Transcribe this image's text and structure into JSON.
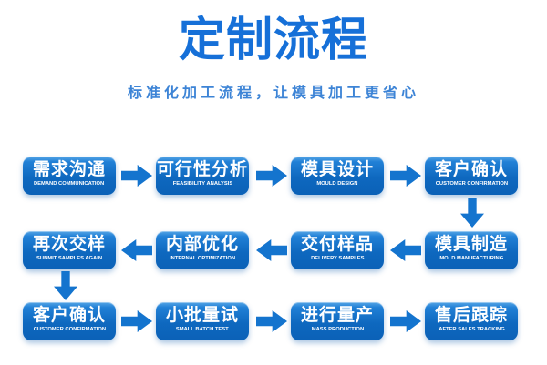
{
  "header": {
    "title": "定制流程",
    "subtitle": "标准化加工流程，让模具加工更省心"
  },
  "flow": {
    "steps": [
      {
        "zh": "需求沟通",
        "en": "DEMAND COMMUNICATION"
      },
      {
        "zh": "可行性分析",
        "en": "FEASIBILITY ANALYSIS"
      },
      {
        "zh": "模具设计",
        "en": "MOULD DESIGN"
      },
      {
        "zh": "客户确认",
        "en": "CUSTOMER CONFIRMATION"
      },
      {
        "zh": "模具制造",
        "en": "MOLD MANUFACTURING"
      },
      {
        "zh": "交付样品",
        "en": "DELIVERY SAMPLES"
      },
      {
        "zh": "内部优化",
        "en": "INTERNAL OPTIMIZATION"
      },
      {
        "zh": "再次交样",
        "en": "SUBMIT SAMPLES AGAIN"
      },
      {
        "zh": "客户确认",
        "en": "CUSTOMER CONFIRMATION"
      },
      {
        "zh": "小批量试",
        "en": "SMALL BATCH TEST"
      },
      {
        "zh": "进行量产",
        "en": "MASS PRODUCTION"
      },
      {
        "zh": "售后跟踪",
        "en": "AFTER SALES TRACKING"
      }
    ]
  },
  "colors": {
    "title": "#1670D8",
    "subtitle": "#3D84D6",
    "box_gradient_top": "#55A5E6",
    "box_gradient_bottom": "#0B61B7",
    "arrow": "#1474CE",
    "box_text": "#FFFFFF",
    "background": "#FFFFFF"
  }
}
